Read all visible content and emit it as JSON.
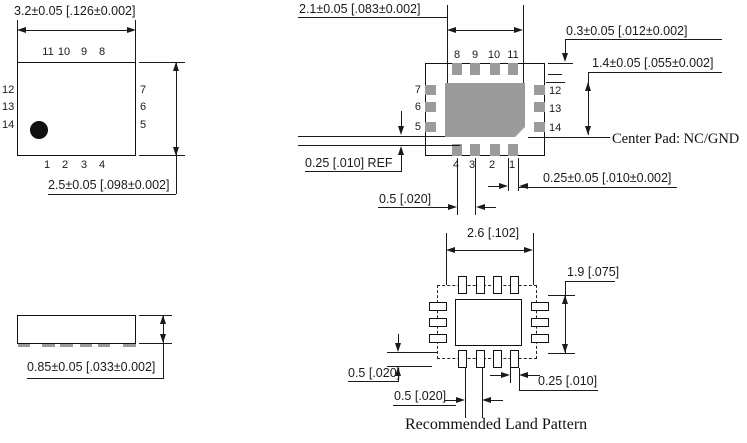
{
  "drawing": {
    "package_top_view": {
      "dim_width": "3.2±0.05 [.126±0.002]",
      "dim_height": "2.5±0.05 [.098±0.002]",
      "pins_top": [
        "11",
        "10",
        "9",
        "8"
      ],
      "pins_left": [
        "12",
        "13",
        "14"
      ],
      "pins_right": [
        "7",
        "6",
        "5"
      ],
      "pins_bottom": [
        "1",
        "2",
        "3",
        "4"
      ]
    },
    "package_bottom_view": {
      "dim_center_pad_width": "2.1±0.05 [.083±0.002]",
      "dim_pad_depth": "0.3±0.05 [.012±0.002]",
      "dim_center_pad_height": "1.4±0.05 [.055±0.002]",
      "dim_pad_clearance_ref": "0.25 [.010] REF",
      "dim_pad_pitch": "0.5 [.020]",
      "dim_pad_width": "0.25±0.05 [.010±0.002]",
      "center_pad_note": "Center Pad: NC/GND",
      "pins_top": [
        "8",
        "9",
        "10",
        "11"
      ],
      "pins_left": [
        "7",
        "6",
        "5"
      ],
      "pins_right": [
        "12",
        "13",
        "14"
      ],
      "pins_bottom": [
        "4",
        "3",
        "2",
        "1"
      ]
    },
    "side_view": {
      "dim_height": "0.85±0.05 [.033±0.002]"
    },
    "land_pattern": {
      "dim_width": "2.6 [.102]",
      "dim_height": "1.9 [.075]",
      "dim_pad_length": "0.5 [.020]",
      "dim_pad_pitch": "0.5 [.020]",
      "dim_pad_width": "0.25 [.010]",
      "caption": "Recommended Land Pattern"
    },
    "colors": {
      "pad_gray": "#9b9b9b",
      "line": "#1a1a1a"
    }
  }
}
